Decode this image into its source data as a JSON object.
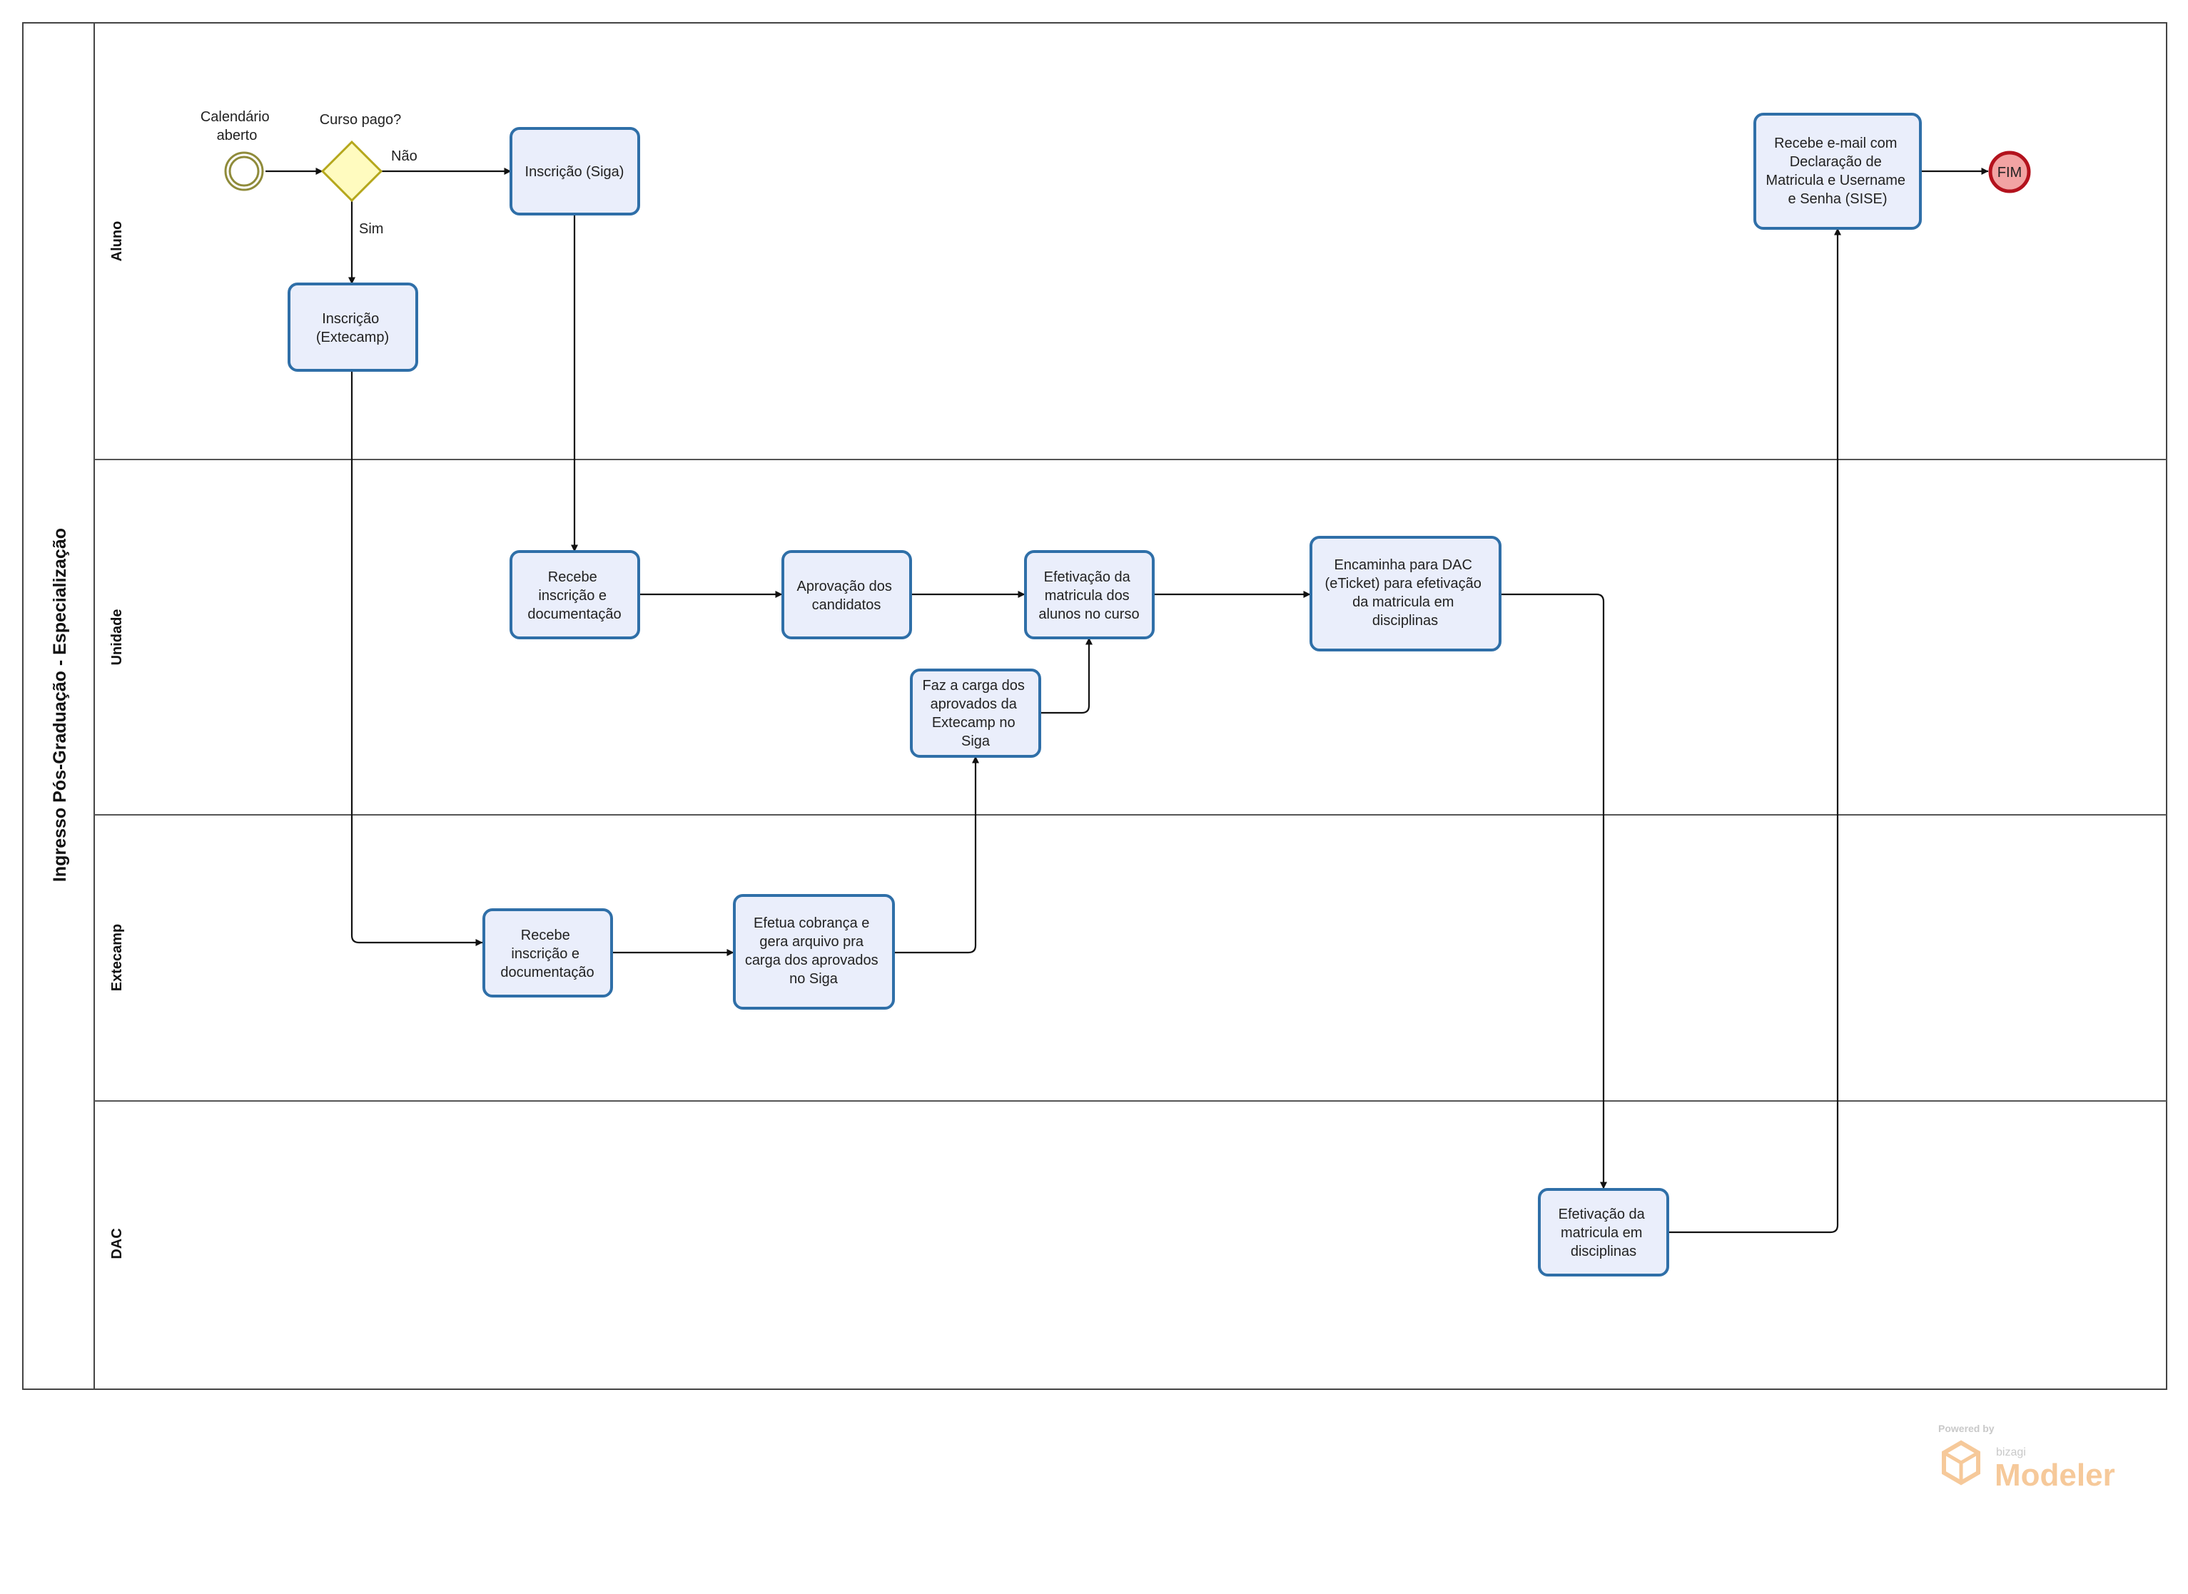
{
  "pool": {
    "title": "Ingresso Pós-Graduação - Especialização"
  },
  "lanes": [
    {
      "id": "aluno",
      "label": "Aluno"
    },
    {
      "id": "unidade",
      "label": "Unidade"
    },
    {
      "id": "extecamp",
      "label": "Extecamp"
    },
    {
      "id": "dac",
      "label": "DAC"
    }
  ],
  "events": {
    "start": {
      "label_lines": [
        "Calendário",
        "aberto"
      ]
    },
    "end": {
      "label": "FIM"
    }
  },
  "gateway": {
    "label": "Curso pago?",
    "yes_label": "Sim",
    "no_label": "Não"
  },
  "tasks": {
    "inscricao_siga": [
      "Inscrição (Siga)"
    ],
    "inscricao_extecamp": [
      "Inscrição",
      "(Extecamp)"
    ],
    "recebe_email": [
      "Recebe e-mail com",
      "Declaração de",
      "Matricula e Username",
      "e Senha (SISE)"
    ],
    "unidade_recebe": [
      "Recebe",
      "inscrição e",
      "documentação"
    ],
    "aprovacao": [
      "Aprovação dos",
      "candidatos"
    ],
    "efetivacao_curso": [
      "Efetivação da",
      "matricula dos",
      "alunos no curso"
    ],
    "encaminha_dac": [
      "Encaminha para DAC",
      "(eTicket) para efetivação",
      "da matricula em",
      "disciplinas"
    ],
    "faz_carga": [
      "Faz a carga dos",
      "aprovados da",
      "Extecamp no",
      "Siga"
    ],
    "extecamp_recebe": [
      "Recebe",
      "inscrição e",
      "documentação"
    ],
    "efetua_cobranca": [
      "Efetua cobrança e",
      "gera arquivo pra",
      "carga dos aprovados",
      "no Siga"
    ],
    "efetivacao_disciplinas": [
      "Efetivação da",
      "matricula em",
      "disciplinas"
    ]
  },
  "watermark": {
    "powered_by": "Powered by",
    "vendor": "bizagi",
    "product": "Modeler"
  },
  "colors": {
    "task_fill": "#eaeefb",
    "task_stroke": "#2f6fa8",
    "gateway_fill": "#fffbbf",
    "gateway_stroke": "#b5a71c",
    "start_stroke": "#8f8b3a",
    "end_fill": "#f2a3a3",
    "end_stroke": "#b3121d",
    "watermark": "#f6c99a"
  }
}
